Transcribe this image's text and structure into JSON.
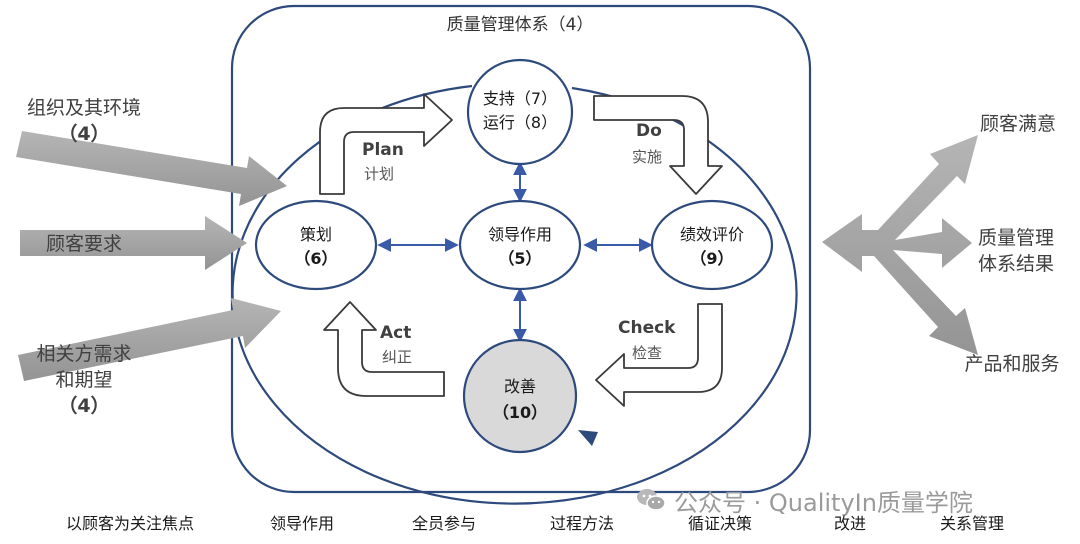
{
  "title": "质量管理体系（4）",
  "inputs": [
    {
      "lines": [
        "组织及其环境",
        "（4）"
      ]
    },
    {
      "lines": [
        "顾客要求"
      ]
    },
    {
      "lines": [
        "相关方需求",
        "和期望",
        "（4）"
      ]
    }
  ],
  "outputs": [
    {
      "lines": [
        "顾客满意"
      ]
    },
    {
      "lines": [
        "质量管理",
        "体系结果"
      ]
    },
    {
      "lines": [
        "产品和服务"
      ]
    }
  ],
  "nodes": {
    "support": {
      "line1": "支持（7）",
      "line2": "运行（8）"
    },
    "planning": {
      "label": "策划",
      "num": "（6）"
    },
    "leadership": {
      "label": "领导作用",
      "num": "（5）"
    },
    "performance": {
      "label": "绩效评价",
      "num": "（9）"
    },
    "improvement": {
      "label": "改善",
      "num": "（10）"
    }
  },
  "cycle": {
    "plan": {
      "en": "Plan",
      "zh": "计划"
    },
    "do": {
      "en": "Do",
      "zh": "实施"
    },
    "check": {
      "en": "Check",
      "zh": "检查"
    },
    "act": {
      "en": "Act",
      "zh": "纠正"
    }
  },
  "principles": [
    "以顾客为关注焦点",
    "领导作用",
    "全员参与",
    "过程方法",
    "循证决策",
    "改进",
    "关系管理"
  ],
  "watermark": "公众号 · QualityIn质量学院",
  "colors": {
    "frame": "#2e4a7d",
    "connector": "#3a5aa8",
    "gray_arrow": "#a6a6a6",
    "improvement_fill": "#d9d9d9"
  }
}
